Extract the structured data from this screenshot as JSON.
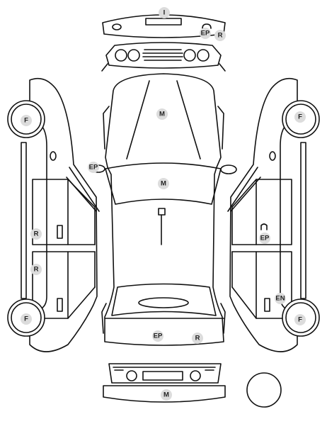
{
  "labels": [
    {
      "id": "front-bumper-i",
      "text": "I"
    },
    {
      "id": "front-bumper-ep",
      "text": "EP"
    },
    {
      "id": "front-bumper-r",
      "text": "R"
    },
    {
      "id": "hood-m",
      "text": "M"
    },
    {
      "id": "left-mirror-ep",
      "text": "EP"
    },
    {
      "id": "roof-m",
      "text": "M"
    },
    {
      "id": "left-front-wheel-f",
      "text": "F"
    },
    {
      "id": "left-front-door-r",
      "text": "R"
    },
    {
      "id": "left-rear-door-r",
      "text": "R"
    },
    {
      "id": "left-rear-wheel-f",
      "text": "F"
    },
    {
      "id": "trunk-ep",
      "text": "EP"
    },
    {
      "id": "trunk-r",
      "text": "R"
    },
    {
      "id": "right-front-wheel-f",
      "text": "F"
    },
    {
      "id": "right-front-door-ep",
      "text": "EP"
    },
    {
      "id": "right-rear-en",
      "text": "EN"
    },
    {
      "id": "right-rear-wheel-f",
      "text": "F"
    },
    {
      "id": "rear-bumper-m",
      "text": "M"
    }
  ]
}
